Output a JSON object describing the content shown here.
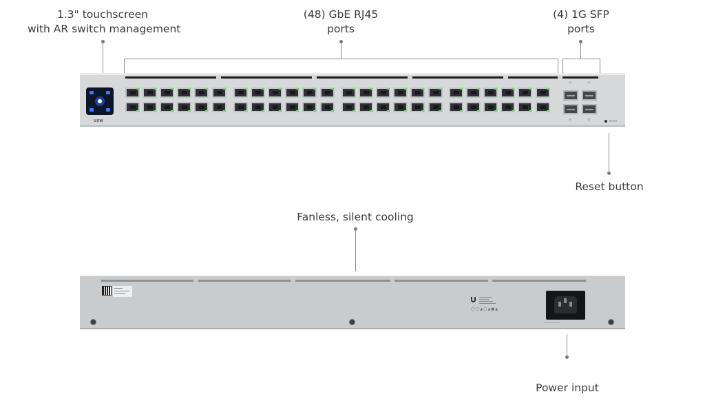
{
  "callouts": {
    "touchscreen": [
      "1.3\" touchscreen",
      "with AR switch management"
    ],
    "rj45": [
      "(48) GbE RJ45",
      "ports"
    ],
    "sfp": [
      "(4) 1G SFP",
      "ports"
    ],
    "reset": "Reset button",
    "cooling": "Fanless, silent cooling",
    "power": "Power input"
  },
  "device": {
    "brand_mark": "USW",
    "reset_label": "RESET",
    "rj45_port_count": 48,
    "sfp_port_count": 4,
    "sfp_labels_top": [
      "49",
      "51"
    ],
    "sfp_labels_bottom": [
      "50",
      "52"
    ]
  },
  "colors": {
    "chassis": "#d6d8da",
    "rear_chassis": "#c9ccce",
    "link_led": "#6ee06e",
    "lcd_screen": "#0d1529",
    "lcd_accent": "#3a78ff"
  },
  "icons": [
    "touchscreen-icon",
    "ubiquiti-logo-icon",
    "qr-code-icon",
    "power-socket-icon",
    "screw-icon"
  ]
}
